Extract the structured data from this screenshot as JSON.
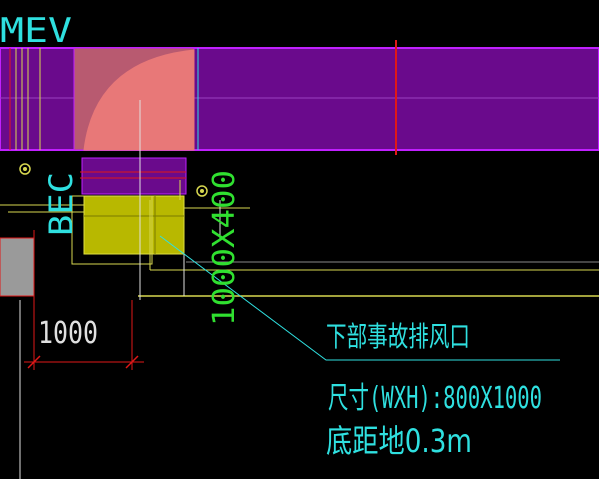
{
  "labels": {
    "mev": "MEV",
    "bec": "BEC",
    "duct_size": "1000X400",
    "dimension": "1000",
    "callout_title": "下部事故排风口",
    "callout_size": "尺寸(WXH):800X1000",
    "callout_height": "底距地0.3m"
  },
  "colors": {
    "background": "#000000",
    "duct_fill": "#6a0a8c",
    "duct_edge": "#c020ff",
    "elbow_fill": "#e87878",
    "grille_fill": "#b8b800",
    "cyan": "#2fe0e0",
    "green": "#30e030",
    "red": "#e01818",
    "yellow": "#d8d850",
    "gray_block": "#9a9a9a"
  }
}
